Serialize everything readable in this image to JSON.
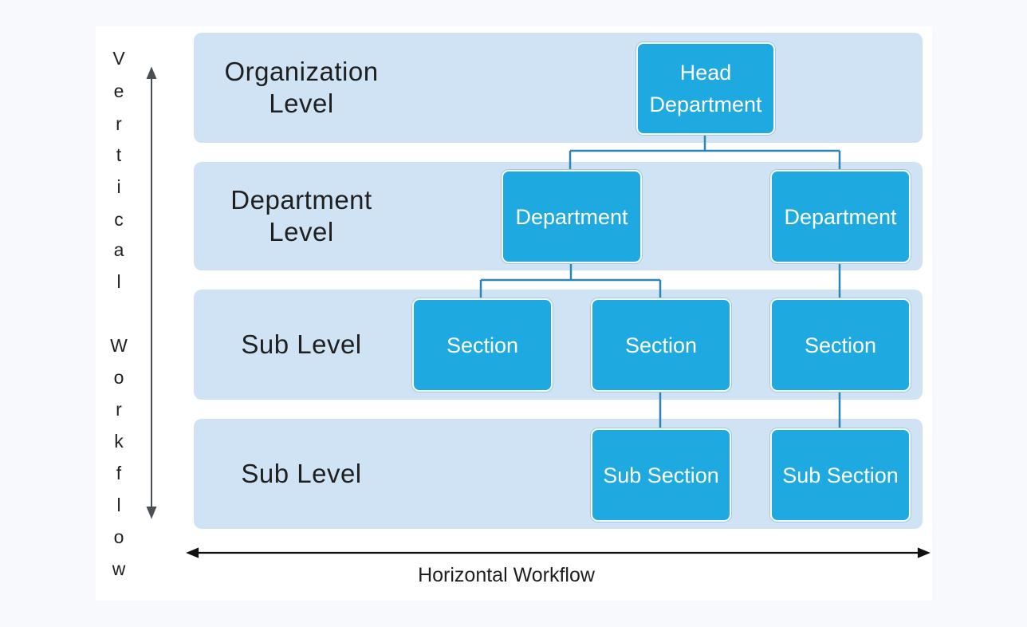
{
  "levels": [
    {
      "label": "Organization\nLevel"
    },
    {
      "label": "Department\nLevel"
    },
    {
      "label": "Sub Level"
    },
    {
      "label": "Sub Level"
    }
  ],
  "nodes": {
    "head": "Head\nDepartment",
    "dept_left": "Department",
    "dept_right": "Department",
    "section_1": "Section",
    "section_2": "Section",
    "section_3": "Section",
    "subsection_1": "Sub Section",
    "subsection_2": "Sub Section"
  },
  "axes": {
    "vertical_letters": [
      "V",
      "e",
      "r",
      "t",
      "i",
      "c",
      "a",
      "l",
      "W",
      "o",
      "r",
      "k",
      "f",
      "l",
      "o",
      "w"
    ],
    "horizontal_label": "Horizontal Workflow"
  },
  "colors": {
    "band": "#cfe3f5",
    "node": "#1fa9e1",
    "connector": "#2a86b5",
    "arrow": "#4a4f55"
  }
}
